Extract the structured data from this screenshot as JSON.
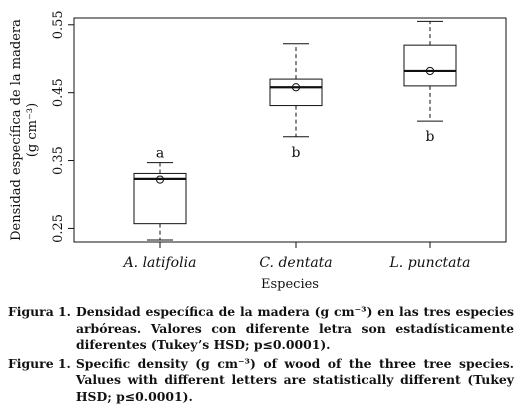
{
  "chart_data": {
    "type": "box",
    "xlabel": "Especies",
    "ylabel": "Densidad específica de la madera",
    "ylabel_units": "(g cm⁻³)",
    "ylim": [
      0.23,
      0.56
    ],
    "yticks": [
      "0.25",
      "0.35",
      "0.45",
      "0.55"
    ],
    "grid": false,
    "categories": [
      "A. latifolia",
      "C. dentata",
      "L. punctata"
    ],
    "boxes": [
      {
        "category": "A. latifolia",
        "min": 0.233,
        "q1": 0.257,
        "median": 0.323,
        "q3": 0.331,
        "max": 0.347,
        "mean": 0.322,
        "letter": "a"
      },
      {
        "category": "C. dentata",
        "min": 0.385,
        "q1": 0.431,
        "median": 0.458,
        "q3": 0.47,
        "max": 0.522,
        "mean": 0.458,
        "letter": "b"
      },
      {
        "category": "L. punctata",
        "min": 0.408,
        "q1": 0.46,
        "median": 0.482,
        "q3": 0.52,
        "max": 0.555,
        "mean": 0.482,
        "letter": "b"
      }
    ]
  },
  "caption": {
    "es_label": "Figura 1.",
    "es_text": "Densidad específica de la madera (g cm⁻³) en las tres especies arbóreas. Valores con diferente letra son estadísticamente diferentes (Tukey’s HSD; p≤0.0001).",
    "en_label": "Figure 1.",
    "en_text": "Specific density (g cm⁻³) of wood of the three tree species. Values with different letters are statistically different (Tukey HSD; p≤0.0001)."
  }
}
